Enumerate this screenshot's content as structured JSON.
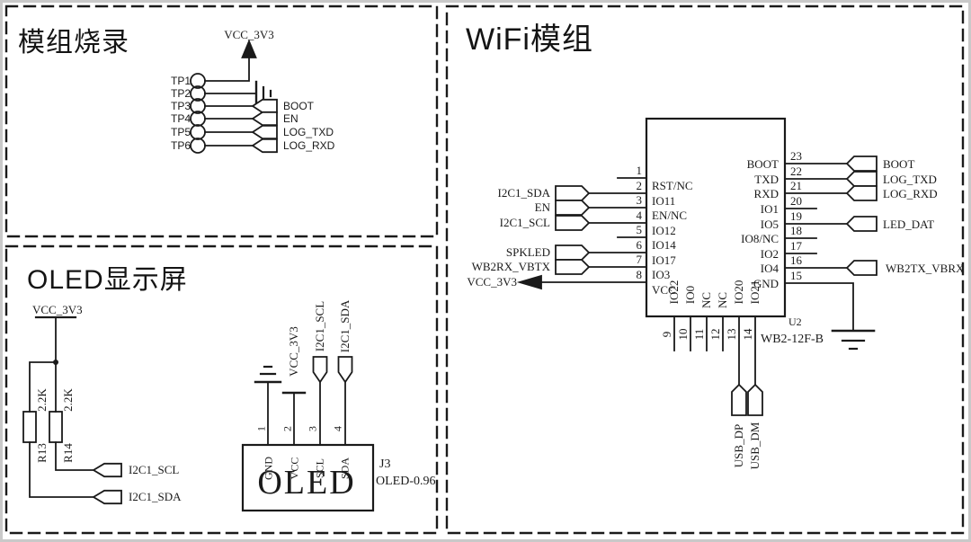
{
  "colors": {
    "ink": "#1a1a1a",
    "background": "#ffffff",
    "frame_gray": "#c9c9c9"
  },
  "panels": {
    "programming": {
      "title": "模组烧录",
      "vcc_label": "VCC_3V3",
      "testpoints": [
        "TP1",
        "TP2",
        "TP3",
        "TP4",
        "TP5",
        "TP6"
      ],
      "flags": [
        "BOOT",
        "EN",
        "LOG_TXD",
        "LOG_RXD"
      ]
    },
    "oled": {
      "title": "OLED显示屏",
      "vcc_label": "VCC_3V3",
      "resistors": [
        {
          "ref": "R13",
          "value": "2.2K"
        },
        {
          "ref": "R14",
          "value": "2.2K"
        }
      ],
      "scl_flag": "I2C1_SCL",
      "sda_flag": "I2C1_SDA",
      "connector": {
        "ref": "J3",
        "part": "OLED-0.96",
        "label": "OLED",
        "pin_numbers": [
          "1",
          "2",
          "3",
          "4"
        ],
        "pin_names": [
          "GND",
          "VCC",
          "SCL",
          "SDA"
        ],
        "vcc_net": "VCC_3V3",
        "scl_net": "I2C1_SCL",
        "sda_net": "I2C1_SDA"
      }
    },
    "wifi": {
      "title": "WiFi模组",
      "ic": {
        "ref": "U2",
        "part": "WB2-12F-B",
        "vcc_net": "VCC_3V3",
        "left_pins": [
          {
            "num": "1",
            "name": "RST/NC",
            "net": ""
          },
          {
            "num": "2",
            "name": "IO11",
            "net": "I2C1_SDA"
          },
          {
            "num": "3",
            "name": "EN/NC",
            "net": "EN"
          },
          {
            "num": "4",
            "name": "IO12",
            "net": "I2C1_SCL"
          },
          {
            "num": "5",
            "name": "IO14",
            "net": ""
          },
          {
            "num": "6",
            "name": "IO17",
            "net": "SPKLED"
          },
          {
            "num": "7",
            "name": "IO3",
            "net": "WB2RX_VBTX"
          },
          {
            "num": "8",
            "name": "VCC",
            "net": "VCC_3V3"
          }
        ],
        "right_pins": [
          {
            "num": "23",
            "name": "BOOT",
            "net": "BOOT"
          },
          {
            "num": "22",
            "name": "TXD",
            "net": "LOG_TXD"
          },
          {
            "num": "21",
            "name": "RXD",
            "net": "LOG_RXD"
          },
          {
            "num": "20",
            "name": "IO1",
            "net": ""
          },
          {
            "num": "19",
            "name": "IO5",
            "net": "LED_DAT"
          },
          {
            "num": "18",
            "name": "IO8/NC",
            "net": ""
          },
          {
            "num": "17",
            "name": "IO2",
            "net": ""
          },
          {
            "num": "16",
            "name": "IO4",
            "net": "WB2TX_VBRX"
          },
          {
            "num": "15",
            "name": "GND",
            "net": ""
          }
        ],
        "bottom_pins": [
          {
            "num": "9",
            "name": "IO22",
            "net": ""
          },
          {
            "num": "10",
            "name": "IO0",
            "net": ""
          },
          {
            "num": "11",
            "name": "NC",
            "net": ""
          },
          {
            "num": "12",
            "name": "NC",
            "net": ""
          },
          {
            "num": "13",
            "name": "IO20",
            "net": "USB_DP"
          },
          {
            "num": "14",
            "name": "IO21",
            "net": "USB_DM"
          }
        ]
      }
    }
  }
}
